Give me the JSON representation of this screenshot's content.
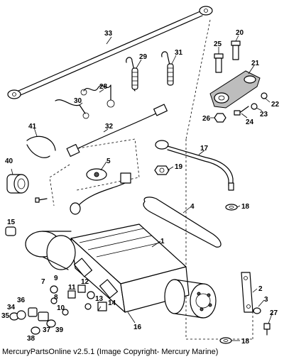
{
  "caption": "MercuryPartsOnline v2.5.1 (Image Copyright- Mercury Marine)",
  "callouts": {
    "c1": "1",
    "c2": "2",
    "c3": "3",
    "c4": "4",
    "c5": "5",
    "c7": "7",
    "c8": "8",
    "c9": "9",
    "c10": "10",
    "c11": "11",
    "c12": "12",
    "c13": "13",
    "c14": "14",
    "c15": "15",
    "c16": "16",
    "c17": "17",
    "c18a": "18",
    "c18b": "18",
    "c19": "19",
    "c20": "20",
    "c21": "21",
    "c22": "22",
    "c23": "23",
    "c24": "24",
    "c25": "25",
    "c26": "26",
    "c27": "27",
    "c28": "28",
    "c29": "29",
    "c30": "30",
    "c31": "31",
    "c32": "32",
    "c33": "33",
    "c34": "34",
    "c35": "35",
    "c36": "36",
    "c37": "37",
    "c38": "38",
    "c39": "39",
    "c40": "40",
    "c41": "41"
  }
}
